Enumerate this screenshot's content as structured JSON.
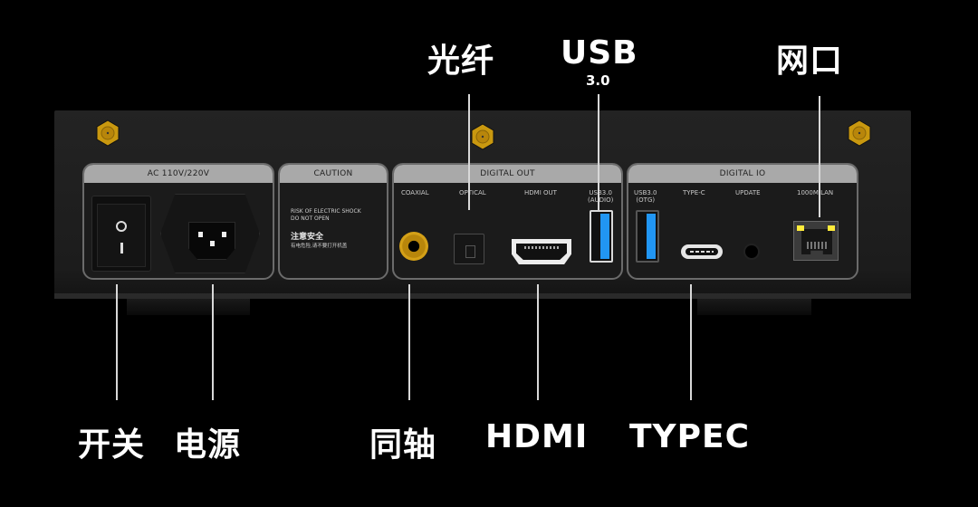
{
  "callouts": {
    "optical": "光纤",
    "usb": "USB",
    "usb_version": "3.0",
    "lan": "网口",
    "switch": "开关",
    "power": "电源",
    "coaxial": "同轴",
    "hdmi": "HDMI",
    "typec": "TYPEC"
  },
  "panels": {
    "power": {
      "header": "AC 110V/220V"
    },
    "caution": {
      "header": "CAUTION",
      "line1": "RISK OF ELECTRIC SHOCK",
      "line2": "DO NOT OPEN",
      "cn_title": "注意安全",
      "cn_text": "有电危险,请不要打开机盖"
    },
    "digital_out": {
      "header": "DIGITAL OUT",
      "ports": [
        "COAXIAL",
        "OPTICAL",
        "HDMI OUT",
        "USB3.0",
        "(AUDIO)"
      ]
    },
    "digital_io": {
      "header": "DIGITAL IO",
      "ports": [
        "USB3.0",
        "(OTG)",
        "TYPE-C",
        "UPDATE",
        "1000M LAN"
      ]
    }
  },
  "colors": {
    "screw_gold": "#d4a017",
    "usb_blue": "#2196f3",
    "led_yellow": "#ffeb3b",
    "panel_header": "#a9a9a9"
  }
}
